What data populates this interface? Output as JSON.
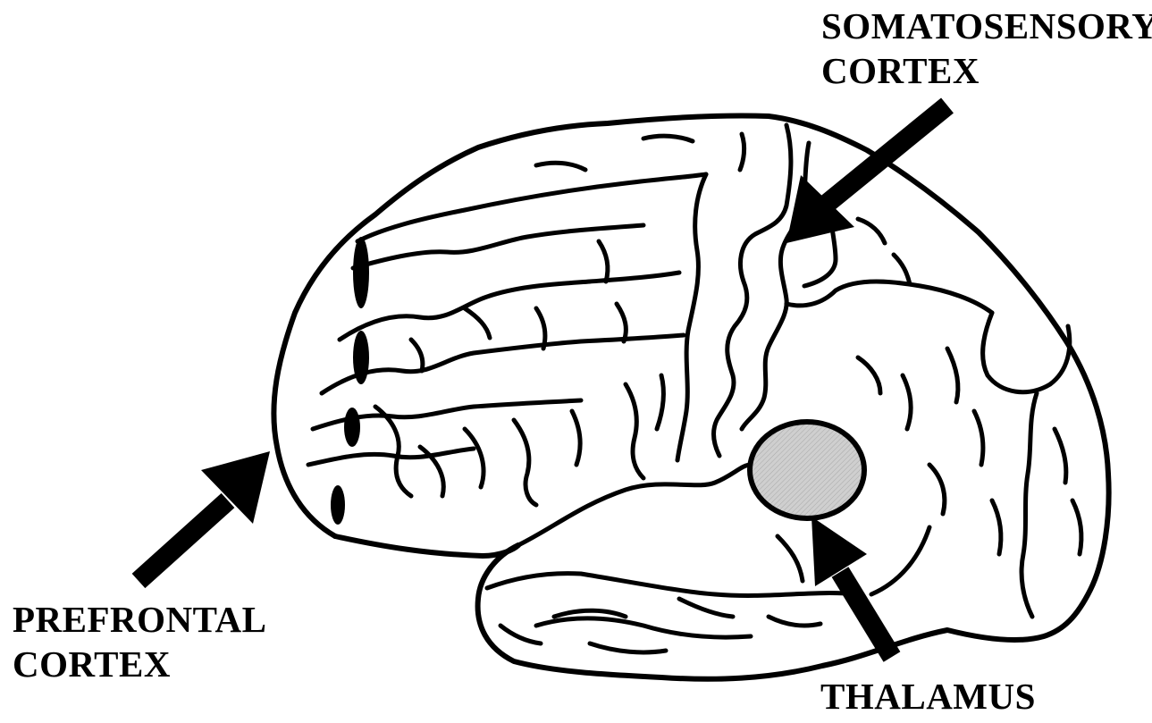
{
  "labels": {
    "somatosensory": {
      "line1": "SOMATOSENSORY",
      "line2": "CORTEX"
    },
    "prefrontal": {
      "line1": "PREFRONTAL",
      "line2": "CORTEX"
    },
    "thalamus": {
      "line1": "THALAMUS"
    }
  },
  "colors": {
    "outline": "#000000",
    "background": "#ffffff",
    "thalamus_fill": "#c8c8c8"
  }
}
